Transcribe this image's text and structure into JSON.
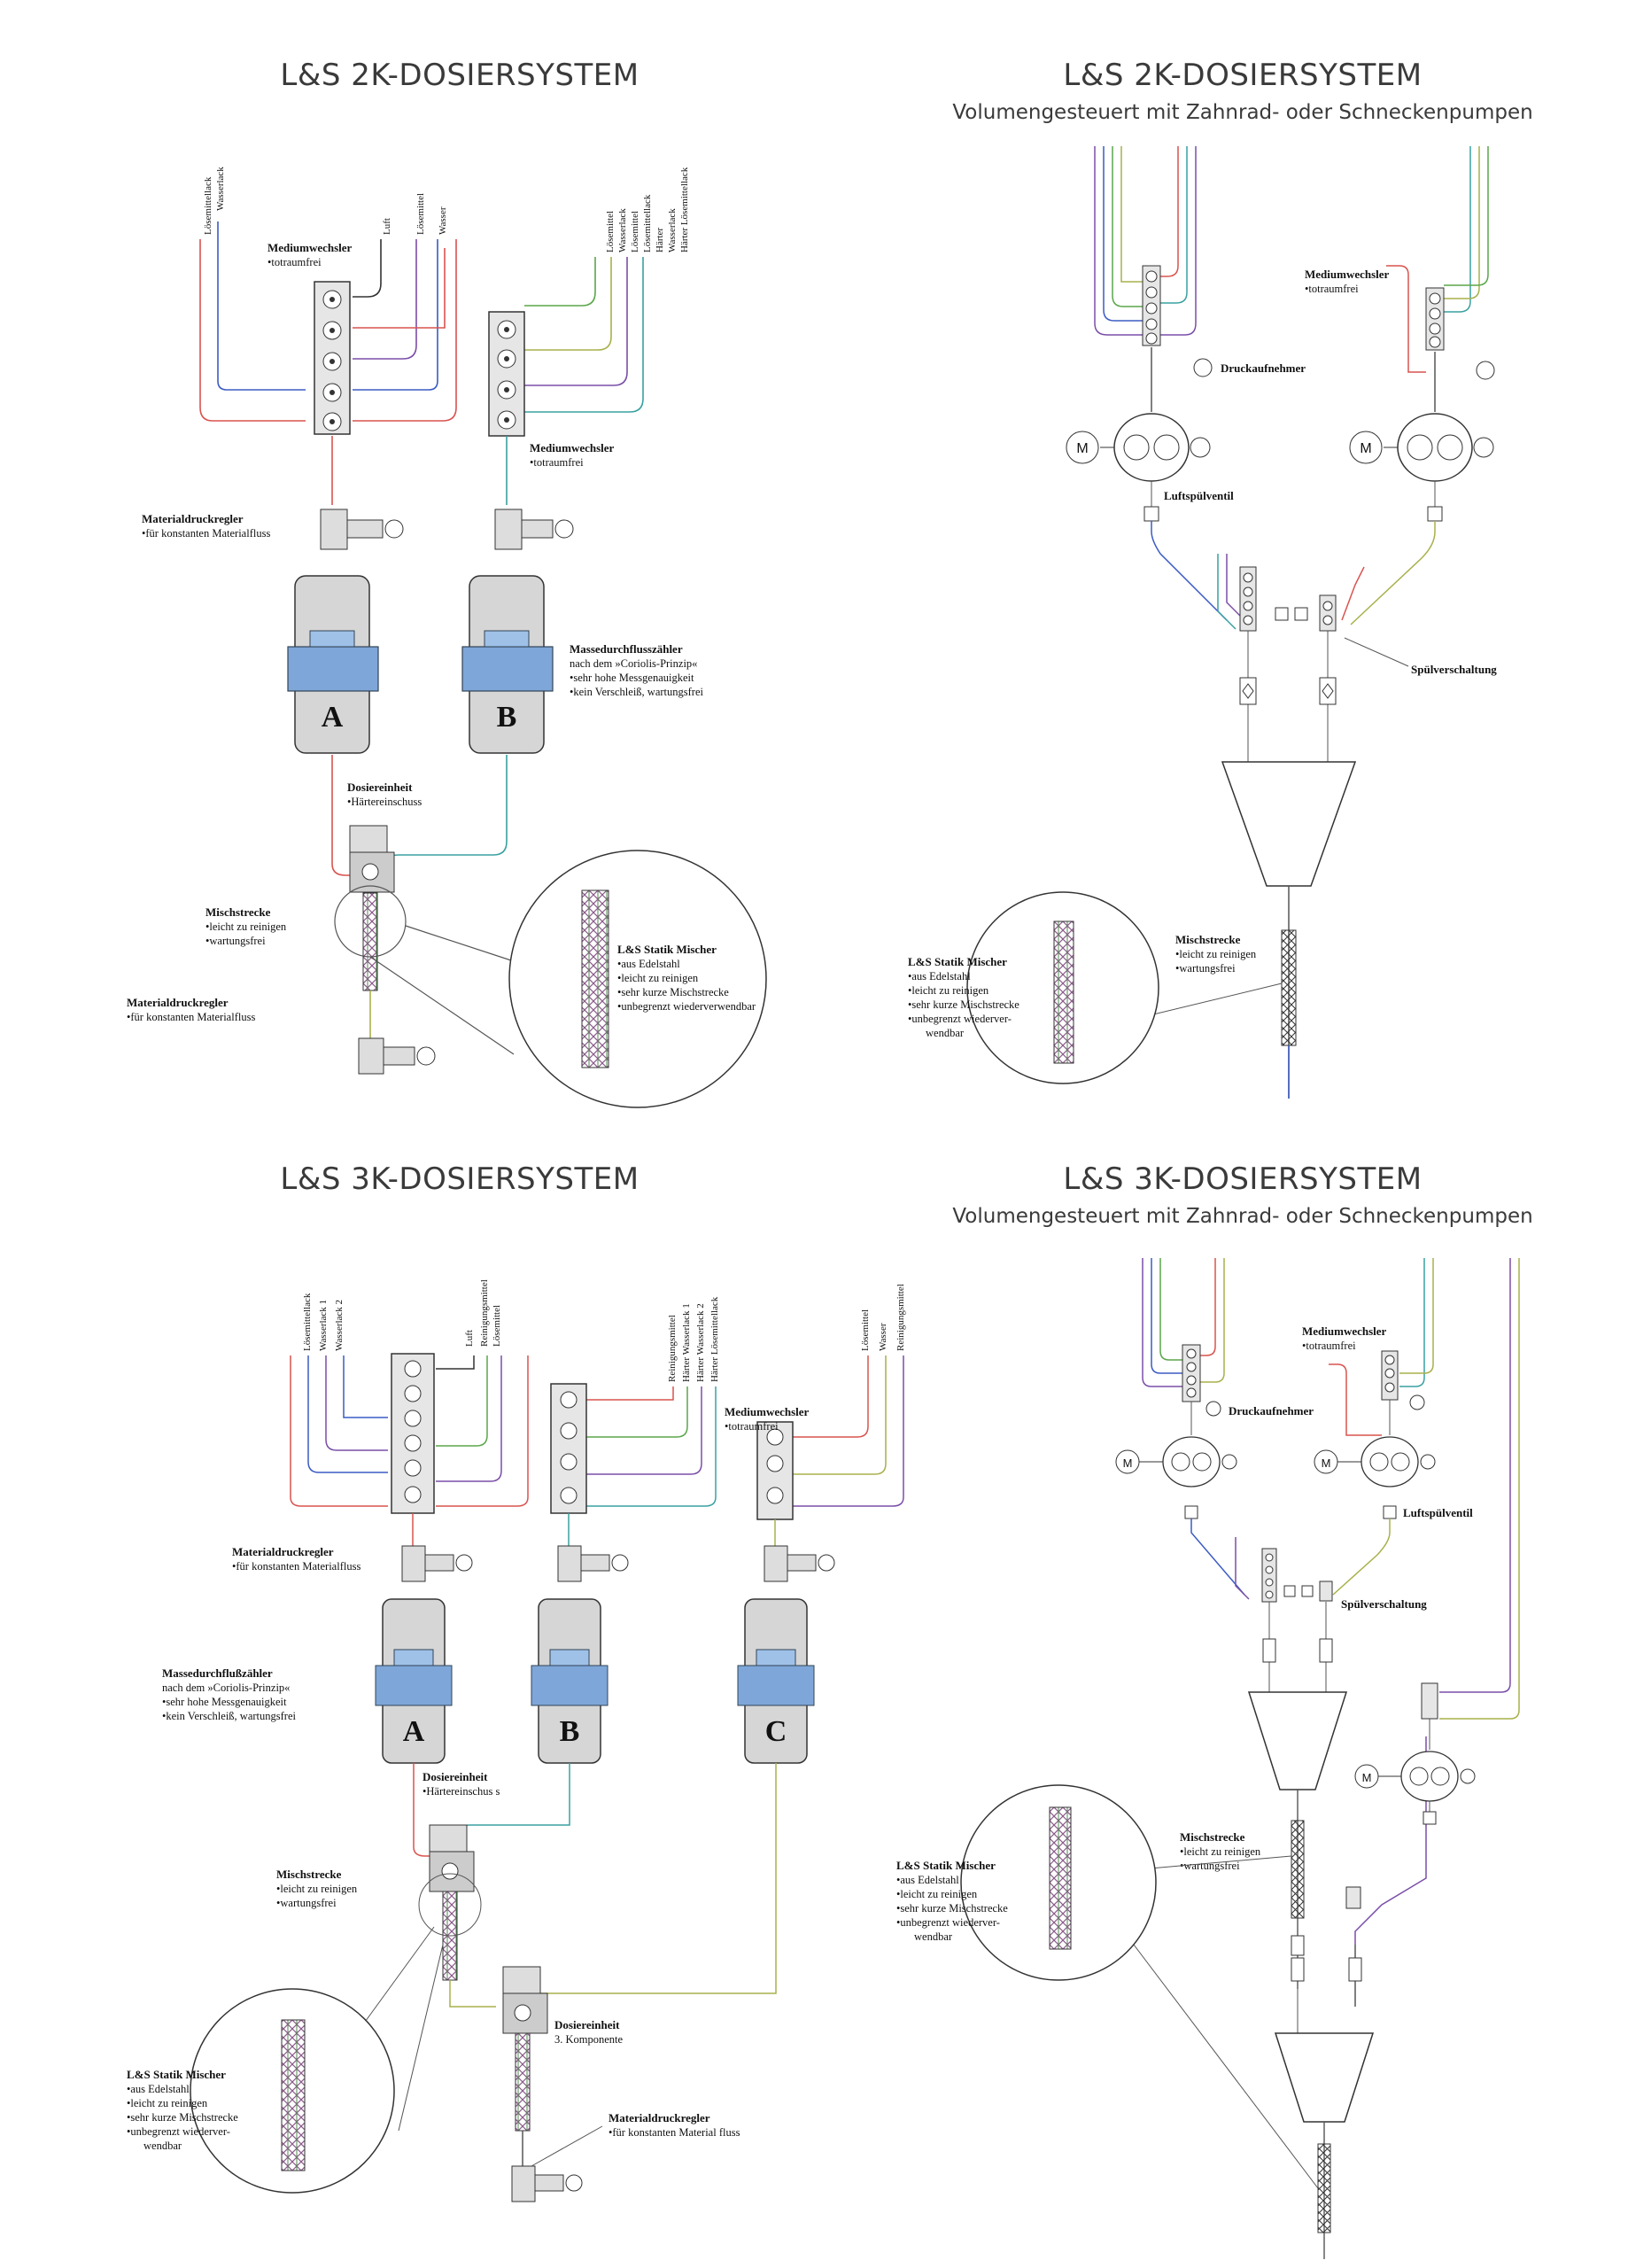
{
  "titles": {
    "q1": "L&S 2K-DOSIERSYSTEM",
    "q2": "L&S 2K-DOSIERSYSTEM",
    "q2_sub": "Volumengesteuert mit Zahnrad- oder Schneckenpumpen",
    "q3": "L&S 3K-DOSIERSYSTEM",
    "q4": "L&S 3K-DOSIERSYSTEM",
    "q4_sub": "Volumengesteuert mit Zahnrad- oder Schneckenpumpen"
  },
  "q1": {
    "inlets_left": [
      "Lösemittellack",
      "Wasserlack"
    ],
    "inlets_mid": [
      "Luft",
      "Lösemittel",
      "Wasser"
    ],
    "inlets_right": [
      "Lösemittel",
      "Wasserlack",
      "Lösemittel",
      "Lösemittellack",
      "Härter",
      "Wasserlack",
      "Härter Lösemittellack"
    ],
    "mw_a_title": "Mediumwechsler",
    "mw_a_sub": "•totraumfrei",
    "mw_b_title": "Mediumwechsler",
    "mw_b_sub": "•totraumfrei",
    "mdr_title": "Materialdruckregler",
    "mdr_sub": "•für konstanten Materialfluss",
    "mdz_title": "Massedurchflusszähler",
    "mdz_l1": "nach dem »Coriolis-Prinzip«",
    "mdz_l2": "•sehr hohe Messgenauigkeit",
    "mdz_l3": "•kein Verschleiß,  wartungsfrei",
    "meter_a": "A",
    "meter_b": "B",
    "dos_title": "Dosiereinheit",
    "dos_sub": "•Härtereinschuss",
    "ms_title": "Mischstrecke",
    "ms_l1": "•leicht zu reinigen",
    "ms_l2": "•wartungsfrei",
    "mdr2_title": "Materialdruckregler",
    "mdr2_sub": "•für konstanten Materialfluss",
    "mix_title": "L&S Statik Mischer",
    "mix_l1": "•aus Edelstahl",
    "mix_l2": "•leicht zu reinigen",
    "mix_l3": "•sehr kurze Mischstrecke",
    "mix_l4": "•unbegrenzt wiederverwendbar"
  },
  "q2": {
    "mw_title": "Mediumwechsler",
    "mw_sub": "•totraumfrei",
    "druck": "Druckaufnehmer",
    "motor_l": "M",
    "motor_r": "M",
    "luft": "Luftspülventil",
    "spuel": "Spülverschaltung",
    "ms_title": "Mischstrecke",
    "ms_l1": "•leicht zu reinigen",
    "ms_l2": "•wartungsfrei",
    "mix_title": "L&S Statik Mischer",
    "mix_l1": "•aus Edelstahl",
    "mix_l2": "•leicht zu reinigen",
    "mix_l3": "•sehr kurze Mischstrecke",
    "mix_l4": "•unbegrenzt wiederver-",
    "mix_l5": "wendbar"
  },
  "q3": {
    "inlets_left": [
      "Lösemittellack",
      "Wasserlack 1",
      "Wasserlack 2"
    ],
    "inlets_mid": [
      "Luft",
      "Reinigungsmittel",
      "Lösemittel"
    ],
    "inlets_b": [
      "Reinigungsmittel",
      "Härter Wasserlack 1",
      "Härter Wasserlack 2",
      "Härter Lösemittellack"
    ],
    "inlets_c": [
      "Lösemittel",
      "Wasser",
      "Reinigungsmittel"
    ],
    "mw_title": "Mediumwechsler",
    "mw_sub": "•totraumfrei",
    "mdr_title": "Materialdruckregler",
    "mdr_sub": "•für konstanten Materialfluss",
    "mdz_title": "Massedurchflußzähler",
    "mdz_l1": "nach dem »Coriolis-Prinzip«",
    "mdz_l2": "•sehr hohe Messgenauigkeit",
    "mdz_l3": "•kein Verschleiß, wartungsfrei",
    "meter_a": "A",
    "meter_b": "B",
    "meter_c": "C",
    "dos_title": "Dosiereinheit",
    "dos_sub": "•Härtereinschus   s",
    "ms_title": "Mischstrecke",
    "ms_l1": "•leicht zu reinigen",
    "ms_l2": "•wartungsfrei",
    "dos3_title": "Dosiereinheit",
    "dos3_sub": "3. Komponente",
    "mix_title": "L&S Statik Mischer",
    "mix_l1": "•aus Edelstahl",
    "mix_l2": "•leicht zu reinigen",
    "mix_l3": "•sehr kurze Mischstrecke",
    "mix_l4": "•unbegrenzt wiederver-",
    "mix_l5": "wendbar",
    "mdr2_title": "Materialdruckregler",
    "mdr2_sub": "•für konstanten Material   fluss"
  },
  "q4": {
    "mw_title": "Mediumwechsler",
    "mw_sub": "•totraumfrei",
    "druck": "Druckaufnehmer",
    "motor_l": "M",
    "motor_r": "M",
    "motor_c": "M",
    "luft": "Luftspülventil",
    "spuel": "Spülverschaltung",
    "ms_title": "Mischstrecke",
    "ms_l1": "•leicht zu reinigen",
    "ms_l2": "•wartungsfrei",
    "mix_title": "L&S Statik Mischer",
    "mix_l1": "•aus Edelstahl",
    "mix_l2": "•leicht zu reinigen",
    "mix_l3": "•sehr kurze Mischstrecke",
    "mix_l4": "•unbegrenzt wiederver-",
    "mix_l5": "wendbar"
  },
  "colors": {
    "red": "#d9534f",
    "blue": "#3b5bc4",
    "purple": "#7a4ea8",
    "green": "#5aa64a",
    "olive": "#a8b04a",
    "teal": "#3aa0a0",
    "meter_blue": "#7ea6d8",
    "body_gray": "#d6d6d6",
    "line_gray": "#555555"
  }
}
